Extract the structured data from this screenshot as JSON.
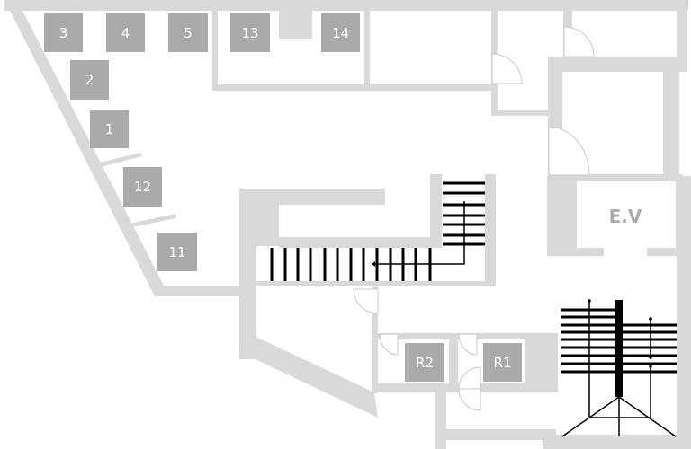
{
  "map": {
    "type": "floor-plan",
    "colors": {
      "wall": "#d9d9d9",
      "slot": "#aaaaaa",
      "slot_text": "#ffffff",
      "label_text": "#aaaaaa",
      "stairs": "#000000",
      "background": "#ffffff"
    },
    "slots": [
      {
        "id": "3",
        "label": "3"
      },
      {
        "id": "4",
        "label": "4"
      },
      {
        "id": "5",
        "label": "5"
      },
      {
        "id": "13",
        "label": "13"
      },
      {
        "id": "14",
        "label": "14"
      },
      {
        "id": "2",
        "label": "2"
      },
      {
        "id": "1",
        "label": "1"
      },
      {
        "id": "12",
        "label": "12"
      },
      {
        "id": "11",
        "label": "11"
      },
      {
        "id": "R2",
        "label": "R2"
      },
      {
        "id": "R1",
        "label": "R1"
      }
    ],
    "elevator": {
      "label": "E.V",
      "icon": "elevator-area"
    },
    "features": [
      "staircase-icon",
      "escalator-stairs-icon",
      "door-icon"
    ]
  }
}
